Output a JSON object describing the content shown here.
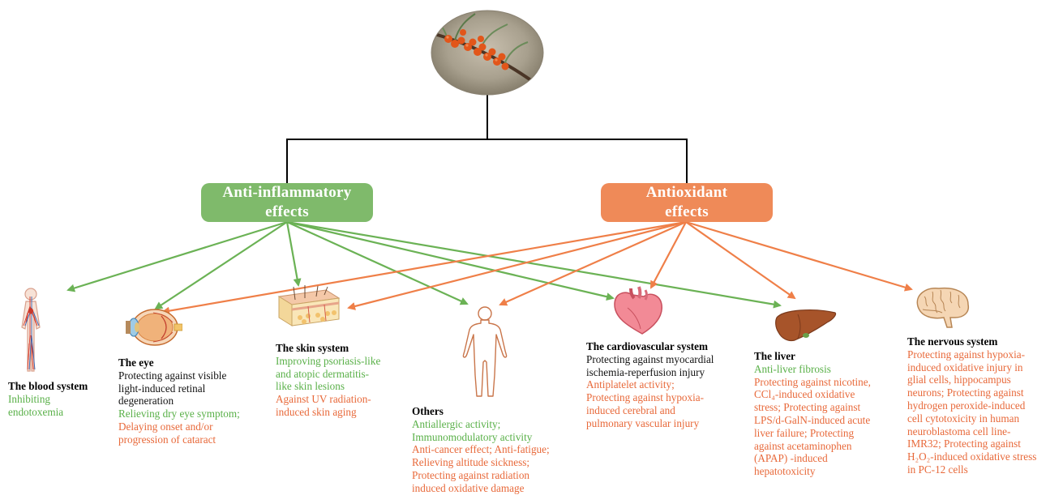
{
  "categories": {
    "anti_inflammatory": [
      "Anti-inflammatory",
      "effects"
    ],
    "antioxidant": [
      "Antioxidant",
      "effects"
    ]
  },
  "colors": {
    "anti_inflammatory": "#7fba6b",
    "antioxidant": "#ef8a58",
    "green_text": "#59b048",
    "orange_text": "#e8693a"
  },
  "icons": {
    "top": "sea-buckthorn-berries-photo",
    "blood": "circulatory-system-icon",
    "eye": "eye-anatomy-icon",
    "skin": "skin-layers-icon",
    "others": "human-body-icon",
    "heart": "heart-icon",
    "liver": "liver-icon",
    "brain": "brain-icon"
  },
  "systems": {
    "blood": {
      "title": "The blood system",
      "lines": [
        {
          "text": "Inhibiting",
          "color": "green"
        },
        {
          "text": "endotoxemia",
          "color": "green"
        }
      ]
    },
    "eye": {
      "title": "The eye",
      "lines": [
        {
          "text": "Protecting against visible",
          "color": "black"
        },
        {
          "text": "light-induced retinal",
          "color": "black"
        },
        {
          "text": "degeneration",
          "color": "black"
        },
        {
          "text": "Relieving dry eye symptom;",
          "color": "green"
        },
        {
          "text": "Delaying onset and/or",
          "color": "orange"
        },
        {
          "text": "progression of cataract",
          "color": "orange"
        }
      ]
    },
    "skin": {
      "title": "The skin system",
      "lines": [
        {
          "text": "Improving psoriasis-like",
          "color": "green"
        },
        {
          "text": "and atopic dermatitis-",
          "color": "green"
        },
        {
          "text": "like skin lesions",
          "color": "green"
        },
        {
          "text": "Against UV radiation-",
          "color": "orange"
        },
        {
          "text": "induced skin aging",
          "color": "orange"
        }
      ]
    },
    "others": {
      "title": "Others",
      "lines": [
        {
          "text": "Antiallergic activity;",
          "color": "green"
        },
        {
          "text": "Immunomodulatory activity",
          "color": "green"
        },
        {
          "text": "Anti-cancer effect;  Anti-fatigue;",
          "color": "orange"
        },
        {
          "text": "Relieving altitude sickness;",
          "color": "orange"
        },
        {
          "text": "Protecting against radiation",
          "color": "orange"
        },
        {
          "text": "induced oxidative damage",
          "color": "orange"
        }
      ]
    },
    "cardio": {
      "title": "The cardiovascular system",
      "lines": [
        {
          "text": "Protecting against myocardial",
          "color": "black"
        },
        {
          "text": "ischemia-reperfusion injury",
          "color": "black"
        },
        {
          "text": "Antiplatelet activity;",
          "color": "orange"
        },
        {
          "text": "Protecting against hypoxia-",
          "color": "orange"
        },
        {
          "text": "induced cerebral  and",
          "color": "orange"
        },
        {
          "text": "pulmonary vascular injury",
          "color": "orange"
        }
      ]
    },
    "liver": {
      "title": "The liver",
      "lines": [
        {
          "text": "Anti-liver fibrosis",
          "color": "green"
        },
        {
          "text": "Protecting against  nicotine,",
          "color": "orange"
        },
        {
          "text": "CCl₄-induced oxidative",
          "color": "orange"
        },
        {
          "text": "stress;  Protecting against",
          "color": "orange"
        },
        {
          "text": "LPS/d-GalN-induced acute",
          "color": "orange"
        },
        {
          "text": "liver failure;  Protecting",
          "color": "orange"
        },
        {
          "text": "against acetaminophen",
          "color": "orange"
        },
        {
          "text": "(APAP) -induced",
          "color": "orange"
        },
        {
          "text": "hepatotoxicity",
          "color": "orange"
        }
      ]
    },
    "nervous": {
      "title": "The  nervous system",
      "lines": [
        {
          "text": "Protecting against hypoxia-",
          "color": "orange"
        },
        {
          "text": "induced oxidative injury in",
          "color": "orange"
        },
        {
          "text": "glial cells, hippocampus",
          "color": "orange"
        },
        {
          "text": "neurons; Protecting against",
          "color": "orange"
        },
        {
          "text": "hydrogen peroxide-induced",
          "color": "orange"
        },
        {
          "text": "cell cytotoxicity in human",
          "color": "orange"
        },
        {
          "text": "neuroblastoma cell line-",
          "color": "orange"
        },
        {
          "text": "IMR32;  Protecting against",
          "color": "orange"
        },
        {
          "text": "H₂O₂-induced oxidative stress",
          "color": "orange"
        },
        {
          "text": "in PC-12 cells",
          "color": "orange"
        }
      ]
    }
  }
}
